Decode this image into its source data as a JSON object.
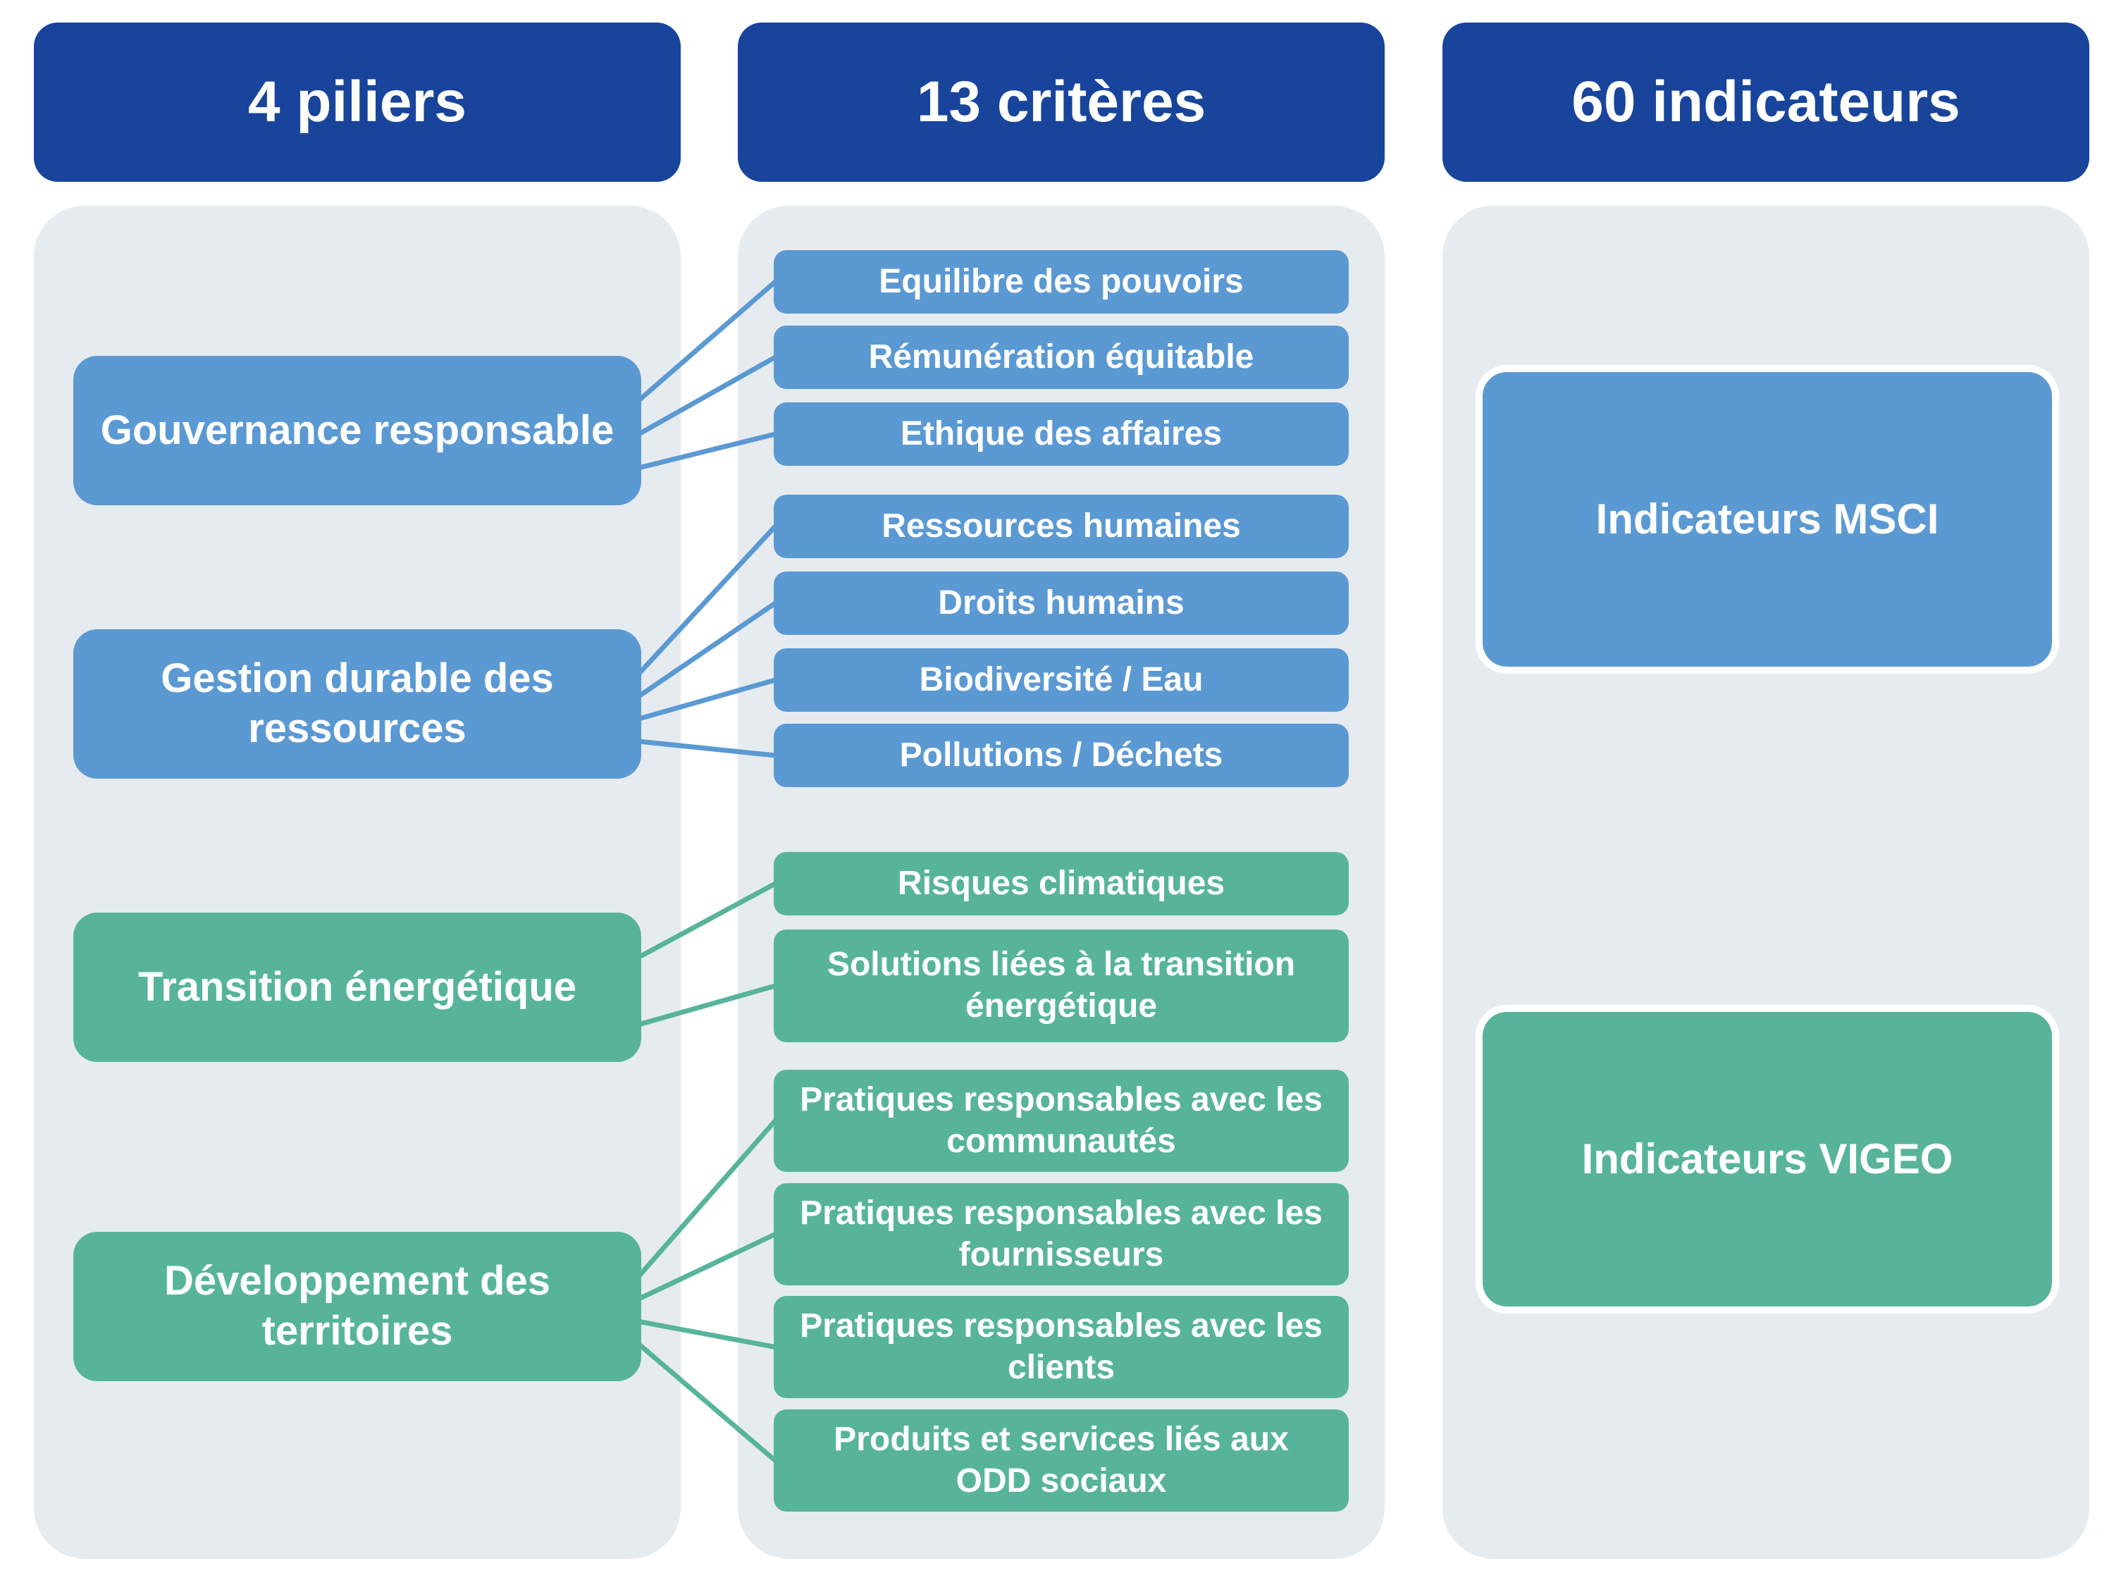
{
  "headers": {
    "pillars": "4 piliers",
    "criteria": "13 critères",
    "indicators": "60 indicateurs"
  },
  "pillars": [
    {
      "label": "Gouvernance responsable",
      "color": "#5b99d3"
    },
    {
      "label": "Gestion durable des ressources",
      "color": "#5b99d3"
    },
    {
      "label": "Transition énergétique",
      "color": "#57b49b"
    },
    {
      "label": "Développement des territoires",
      "color": "#57b49b"
    }
  ],
  "criteria": [
    {
      "label": "Equilibre des pouvoirs",
      "pillar": 0
    },
    {
      "label": "Rémunération équitable",
      "pillar": 0
    },
    {
      "label": "Ethique des affaires",
      "pillar": 0
    },
    {
      "label": "Ressources humaines",
      "pillar": 1
    },
    {
      "label": "Droits humains",
      "pillar": 1
    },
    {
      "label": "Biodiversité / Eau",
      "pillar": 1
    },
    {
      "label": "Pollutions / Déchets",
      "pillar": 1
    },
    {
      "label": "Risques climatiques",
      "pillar": 2
    },
    {
      "label": "Solutions liées à la transition énergétique",
      "pillar": 2
    },
    {
      "label": "Pratiques responsables avec les communautés",
      "pillar": 3
    },
    {
      "label": "Pratiques responsables avec les fournisseurs",
      "pillar": 3
    },
    {
      "label": "Pratiques responsables avec les clients",
      "pillar": 3
    },
    {
      "label": "Produits et services liés aux ODD sociaux",
      "pillar": 3
    }
  ],
  "indicators": [
    {
      "label": "Indicateurs MSCI",
      "color": "#5b99d3"
    },
    {
      "label": "Indicateurs VIGEO",
      "color": "#57b49b"
    }
  ],
  "colors": {
    "header": "#18459b",
    "panel": "#e6ebf0",
    "blue": "#5b99d3",
    "green": "#57b49b"
  }
}
